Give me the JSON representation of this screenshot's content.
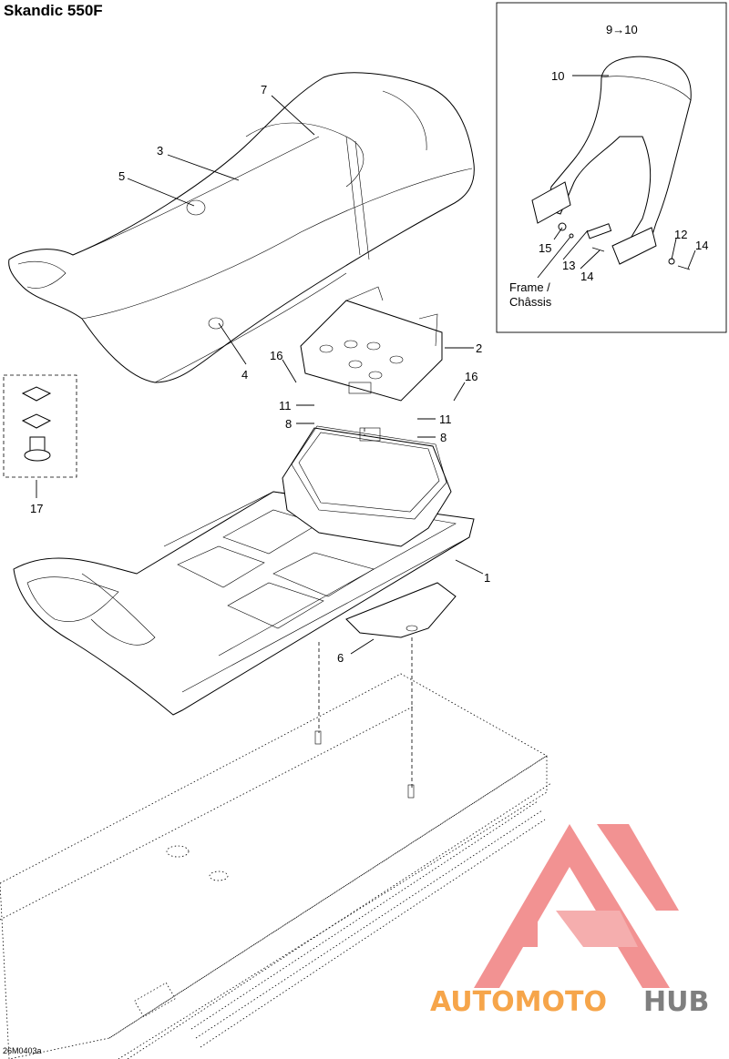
{
  "title": "Skandic 550F",
  "drawing_code": "26M0403a",
  "inset_header": "9→10",
  "inset_labels": {
    "frame_line1": "Frame /",
    "frame_line2": "Châssis"
  },
  "callouts": {
    "c1": "1",
    "c2": "2",
    "c3": "3",
    "c4": "4",
    "c5": "5",
    "c6": "6",
    "c7": "7",
    "c8a": "8",
    "c8b": "8",
    "c10": "10",
    "c11a": "11",
    "c11b": "11",
    "c12": "12",
    "c13": "13",
    "c14a": "14",
    "c14b": "14",
    "c15": "15",
    "c16a": "16",
    "c16b": "16",
    "c17": "17"
  },
  "watermark": {
    "part1": "AUTOMOTO",
    "part2": "HUB",
    "color1": "#f6a54a",
    "color2": "#7f7f7f",
    "logo_color": "#f08080"
  }
}
